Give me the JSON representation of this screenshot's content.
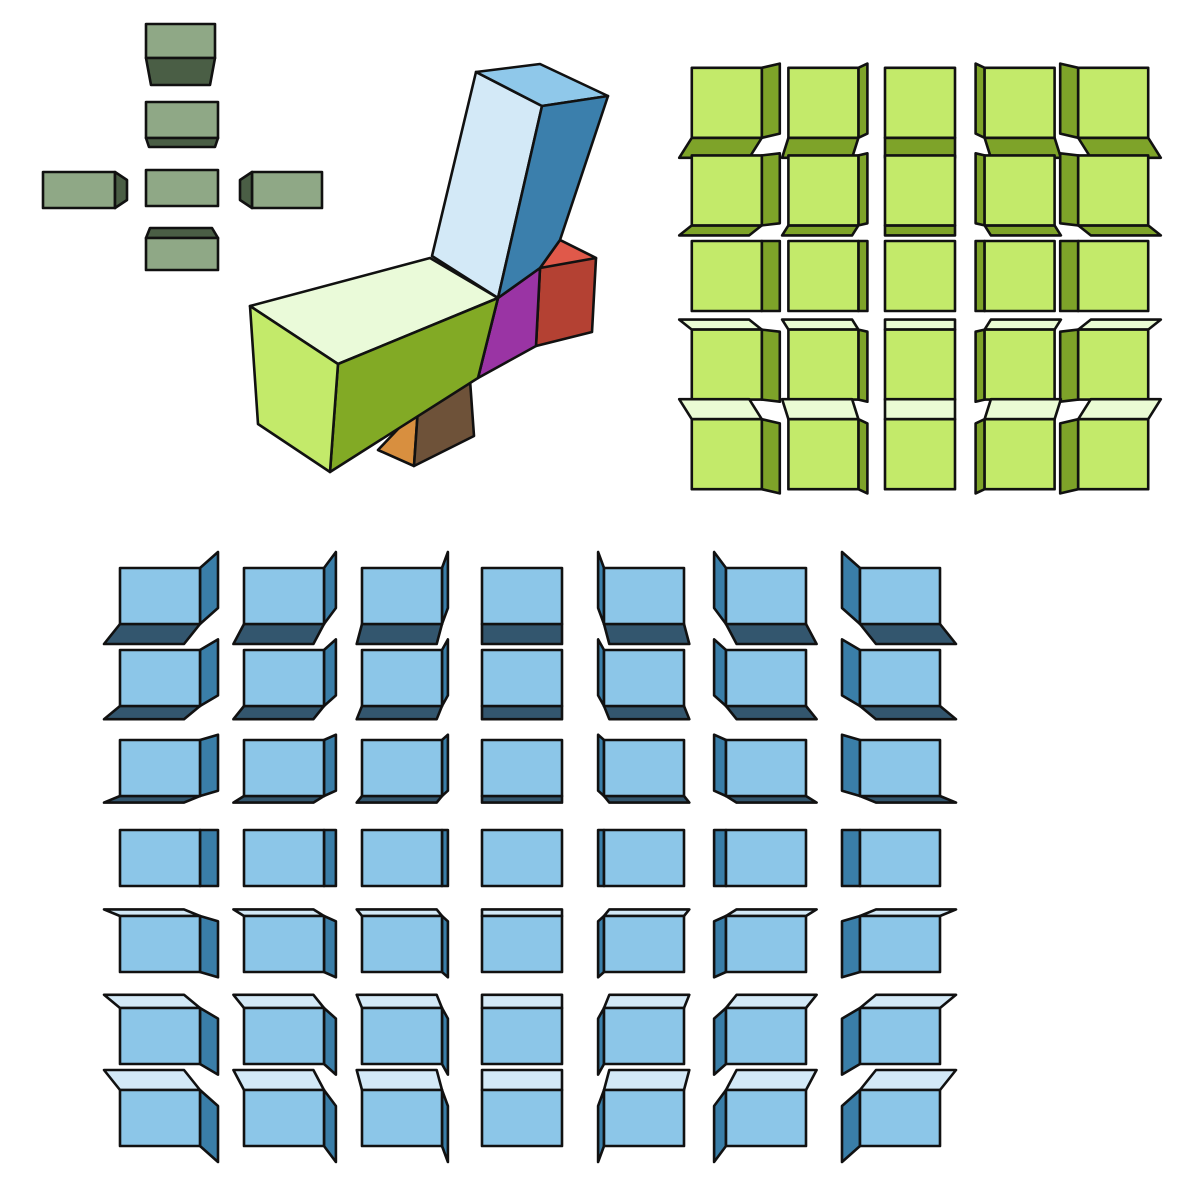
{
  "palette": {
    "gray": {
      "face": "#8fa886",
      "dark": "#4a5e45",
      "top": "#a9bea2"
    },
    "green": {
      "face": "#c3ea6a",
      "dark": "#7ea329",
      "top": "#eafbd4",
      "front": "#a5cf48"
    },
    "blue": {
      "face": "#8cc6e8",
      "dark": "#3a7ea8",
      "top": "#d3e9f7",
      "bottom": "#33566e"
    },
    "center_block": {
      "front": "#c3ea6a",
      "side": "#82aa25",
      "top": "#eafad9",
      "upright_front": "#d3e9f7",
      "upright_side": "#3b7fac",
      "upright_top": "#8fc8ea",
      "purple": "#9a34a4",
      "red_front": "#b44133",
      "red_top": "#e0594a",
      "brown": "#6e5239",
      "orange": "#d88f3f"
    }
  },
  "grids": {
    "green_grid": {
      "rows": 5,
      "cols": 5
    },
    "blue_grid": {
      "rows": 7,
      "cols": 7
    }
  }
}
